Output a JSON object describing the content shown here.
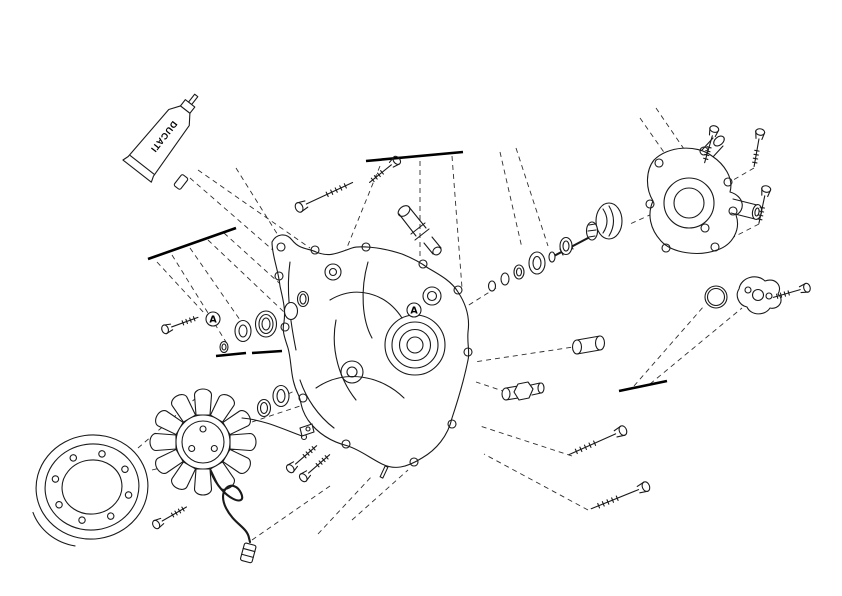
{
  "diagram": {
    "background_color": "#ffffff",
    "line_color": "#1a1a1a",
    "brand_label": "DUCATI",
    "markers": [
      {
        "label": "A"
      },
      {
        "label": "A"
      }
    ]
  }
}
